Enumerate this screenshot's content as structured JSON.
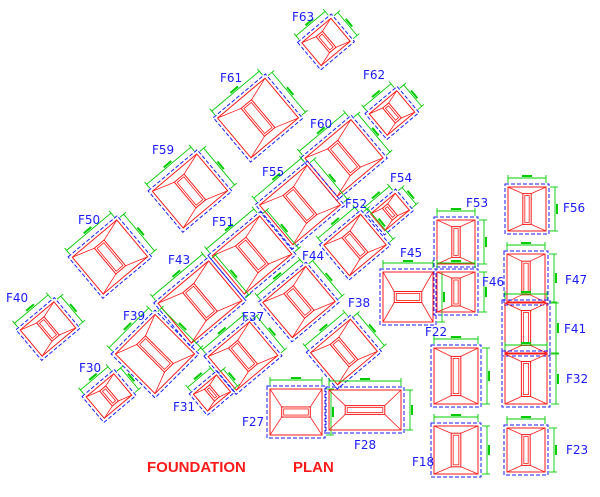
{
  "title": {
    "word1": "FOUNDATION",
    "word2": "PLAN"
  },
  "colors": {
    "footing_outline": "#ff1a1a",
    "pcc_outline": "#1a1aff",
    "dimension": "#00cc00",
    "label": "#1a1aff",
    "title": "#ff1a1a"
  },
  "footings": [
    {
      "id": "F63",
      "label": "F63",
      "orientation": "rotated"
    },
    {
      "id": "F62",
      "label": "F62",
      "orientation": "rotated"
    },
    {
      "id": "F61",
      "label": "F61",
      "orientation": "rotated"
    },
    {
      "id": "F60",
      "label": "F60",
      "orientation": "rotated"
    },
    {
      "id": "F59",
      "label": "F59",
      "orientation": "rotated"
    },
    {
      "id": "F55",
      "label": "F55",
      "orientation": "rotated"
    },
    {
      "id": "F54",
      "label": "F54",
      "orientation": "rotated"
    },
    {
      "id": "F52",
      "label": "F52",
      "orientation": "rotated"
    },
    {
      "id": "F51",
      "label": "F51",
      "orientation": "rotated"
    },
    {
      "id": "F50",
      "label": "F50",
      "orientation": "rotated"
    },
    {
      "id": "F44",
      "label": "F44",
      "orientation": "rotated"
    },
    {
      "id": "F43",
      "label": "F43",
      "orientation": "rotated"
    },
    {
      "id": "F40",
      "label": "F40",
      "orientation": "rotated"
    },
    {
      "id": "F39",
      "label": "F39",
      "orientation": "rotated"
    },
    {
      "id": "F38",
      "label": "F38",
      "orientation": "rotated"
    },
    {
      "id": "F37",
      "label": "F37",
      "orientation": "rotated"
    },
    {
      "id": "F31",
      "label": "F31",
      "orientation": "rotated"
    },
    {
      "id": "F30",
      "label": "F30",
      "orientation": "rotated"
    },
    {
      "id": "F53",
      "label": "F53",
      "orientation": "orthogonal"
    },
    {
      "id": "F56",
      "label": "F56",
      "orientation": "orthogonal"
    },
    {
      "id": "F45",
      "label": "F45",
      "orientation": "orthogonal"
    },
    {
      "id": "F46",
      "label": "F46",
      "orientation": "orthogonal"
    },
    {
      "id": "F47",
      "label": "F47",
      "orientation": "orthogonal"
    },
    {
      "id": "F41",
      "label": "F41",
      "orientation": "orthogonal"
    },
    {
      "id": "F32",
      "label": "F32",
      "orientation": "orthogonal"
    },
    {
      "id": "F22",
      "label": "F22",
      "orientation": "orthogonal"
    },
    {
      "id": "F27",
      "label": "F27",
      "orientation": "orthogonal"
    },
    {
      "id": "F28",
      "label": "F28",
      "orientation": "orthogonal"
    },
    {
      "id": "F18",
      "label": "F18",
      "orientation": "orthogonal"
    },
    {
      "id": "F23",
      "label": "F23",
      "orientation": "orthogonal"
    }
  ]
}
